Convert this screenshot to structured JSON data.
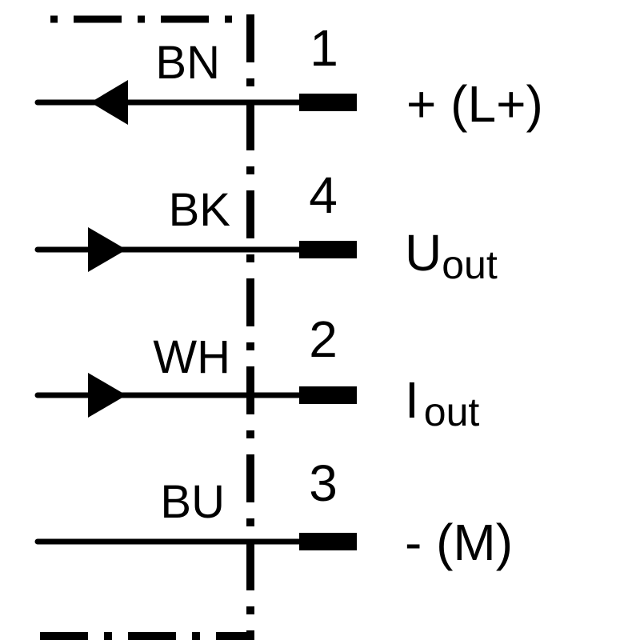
{
  "diagram": {
    "title": "Connection diagram",
    "colors": {
      "line": "#000000",
      "background": "#ffffff"
    },
    "wires": [
      {
        "color_code": "BN",
        "pin": "1",
        "signal": "+ (L+)",
        "signal_sub": "",
        "arrow": "in-left"
      },
      {
        "color_code": "BK",
        "pin": "4",
        "signal": "U",
        "signal_sub": "out",
        "arrow": "out-right"
      },
      {
        "color_code": "WH",
        "pin": "2",
        "signal": "I",
        "signal_sub": "out",
        "arrow": "out-right"
      },
      {
        "color_code": "BU",
        "pin": "3",
        "signal": "- (M)",
        "signal_sub": "",
        "arrow": "none"
      }
    ]
  }
}
